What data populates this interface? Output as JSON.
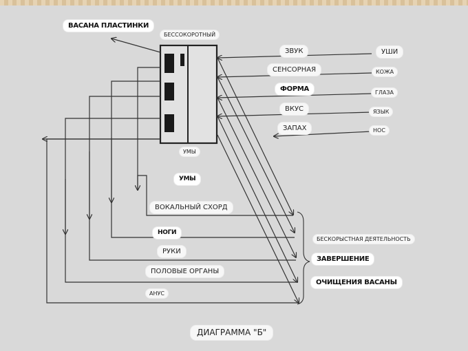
{
  "senses": [
    "ЗВУК",
    "СЕНСОРНАЯ",
    "ФОРМА",
    "ВКУС",
    "ЗАПАХ"
  ],
  "sense_organs": [
    "УШИ",
    "КОЖА",
    "ГЛАЗА",
    "ЯЗЫК",
    "НОС"
  ],
  "block_top_label": "БЕССОКОРОТНЫЙ",
  "block_bottom_label": "УМЫ",
  "vasana_label": "ВАСАНА ПЛАСТИНКИ",
  "mind_label": "УМЫ",
  "action_organs": [
    "ВОКАЛЬНЫЙ СХОРД",
    "НОГИ",
    "РУКИ",
    "ПОЛОВЫЕ ОРГАНЫ",
    "АНУС"
  ],
  "results": [
    "БЕСКОРЫСТНАЯ ДЕЯТЕЛЬНОСТЬ",
    "ЗАВЕРШЕНИЕ",
    "ОЧИЩЕНИЯ ВАСАНЫ"
  ],
  "caption": "ДИАГРАММА \"Б\"",
  "colors": {
    "background": "#d9d9d9",
    "line": "#333333",
    "label_bg": "#f7f7f7"
  }
}
